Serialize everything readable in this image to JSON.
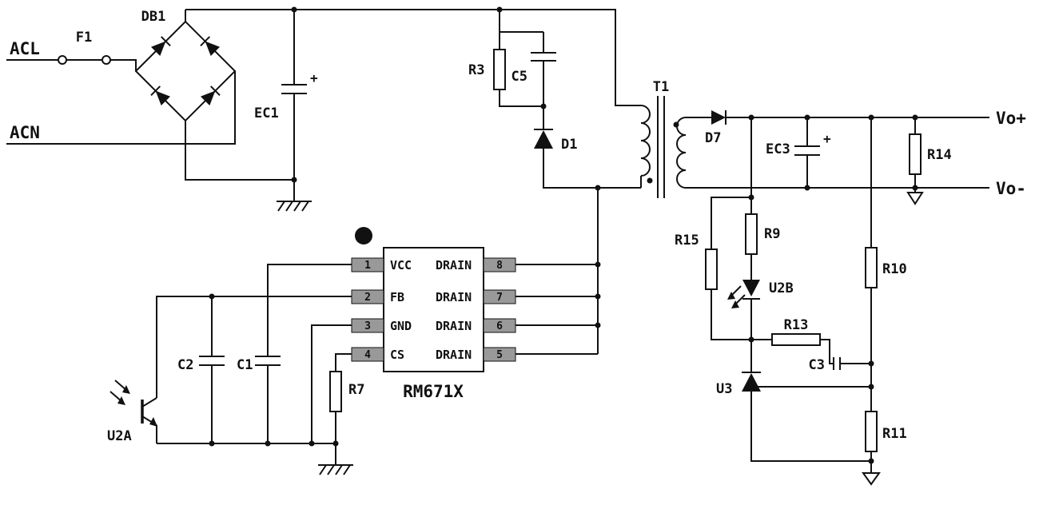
{
  "diagram": {
    "colors": {
      "line": "#111111",
      "pin_fill": "#999999",
      "background": "#ffffff"
    },
    "labels": {
      "acl": "ACL",
      "acn": "ACN",
      "f1": "F1",
      "db1": "DB1",
      "ec1": "EC1",
      "r3": "R3",
      "c5": "C5",
      "d1": "D1",
      "t1": "T1",
      "d7": "D7",
      "ec3": "EC3",
      "r14": "R14",
      "vo_plus": "Vo+",
      "vo_minus": "Vo-",
      "r15": "R15",
      "r9": "R9",
      "u2b": "U2B",
      "r13": "R13",
      "c3": "C3",
      "u3": "U3",
      "r10": "R10",
      "r11": "R11",
      "u2a": "U2A",
      "c2": "C2",
      "c1": "C1",
      "r7": "R7",
      "plus": "+"
    },
    "ic": {
      "name": "RM671X",
      "left_pins": [
        {
          "num": "1",
          "name": "VCC"
        },
        {
          "num": "2",
          "name": "FB"
        },
        {
          "num": "3",
          "name": "GND"
        },
        {
          "num": "4",
          "name": "CS"
        }
      ],
      "right_pins": [
        {
          "num": "8",
          "name": "DRAIN"
        },
        {
          "num": "7",
          "name": "DRAIN"
        },
        {
          "num": "6",
          "name": "DRAIN"
        },
        {
          "num": "5",
          "name": "DRAIN"
        }
      ]
    }
  }
}
